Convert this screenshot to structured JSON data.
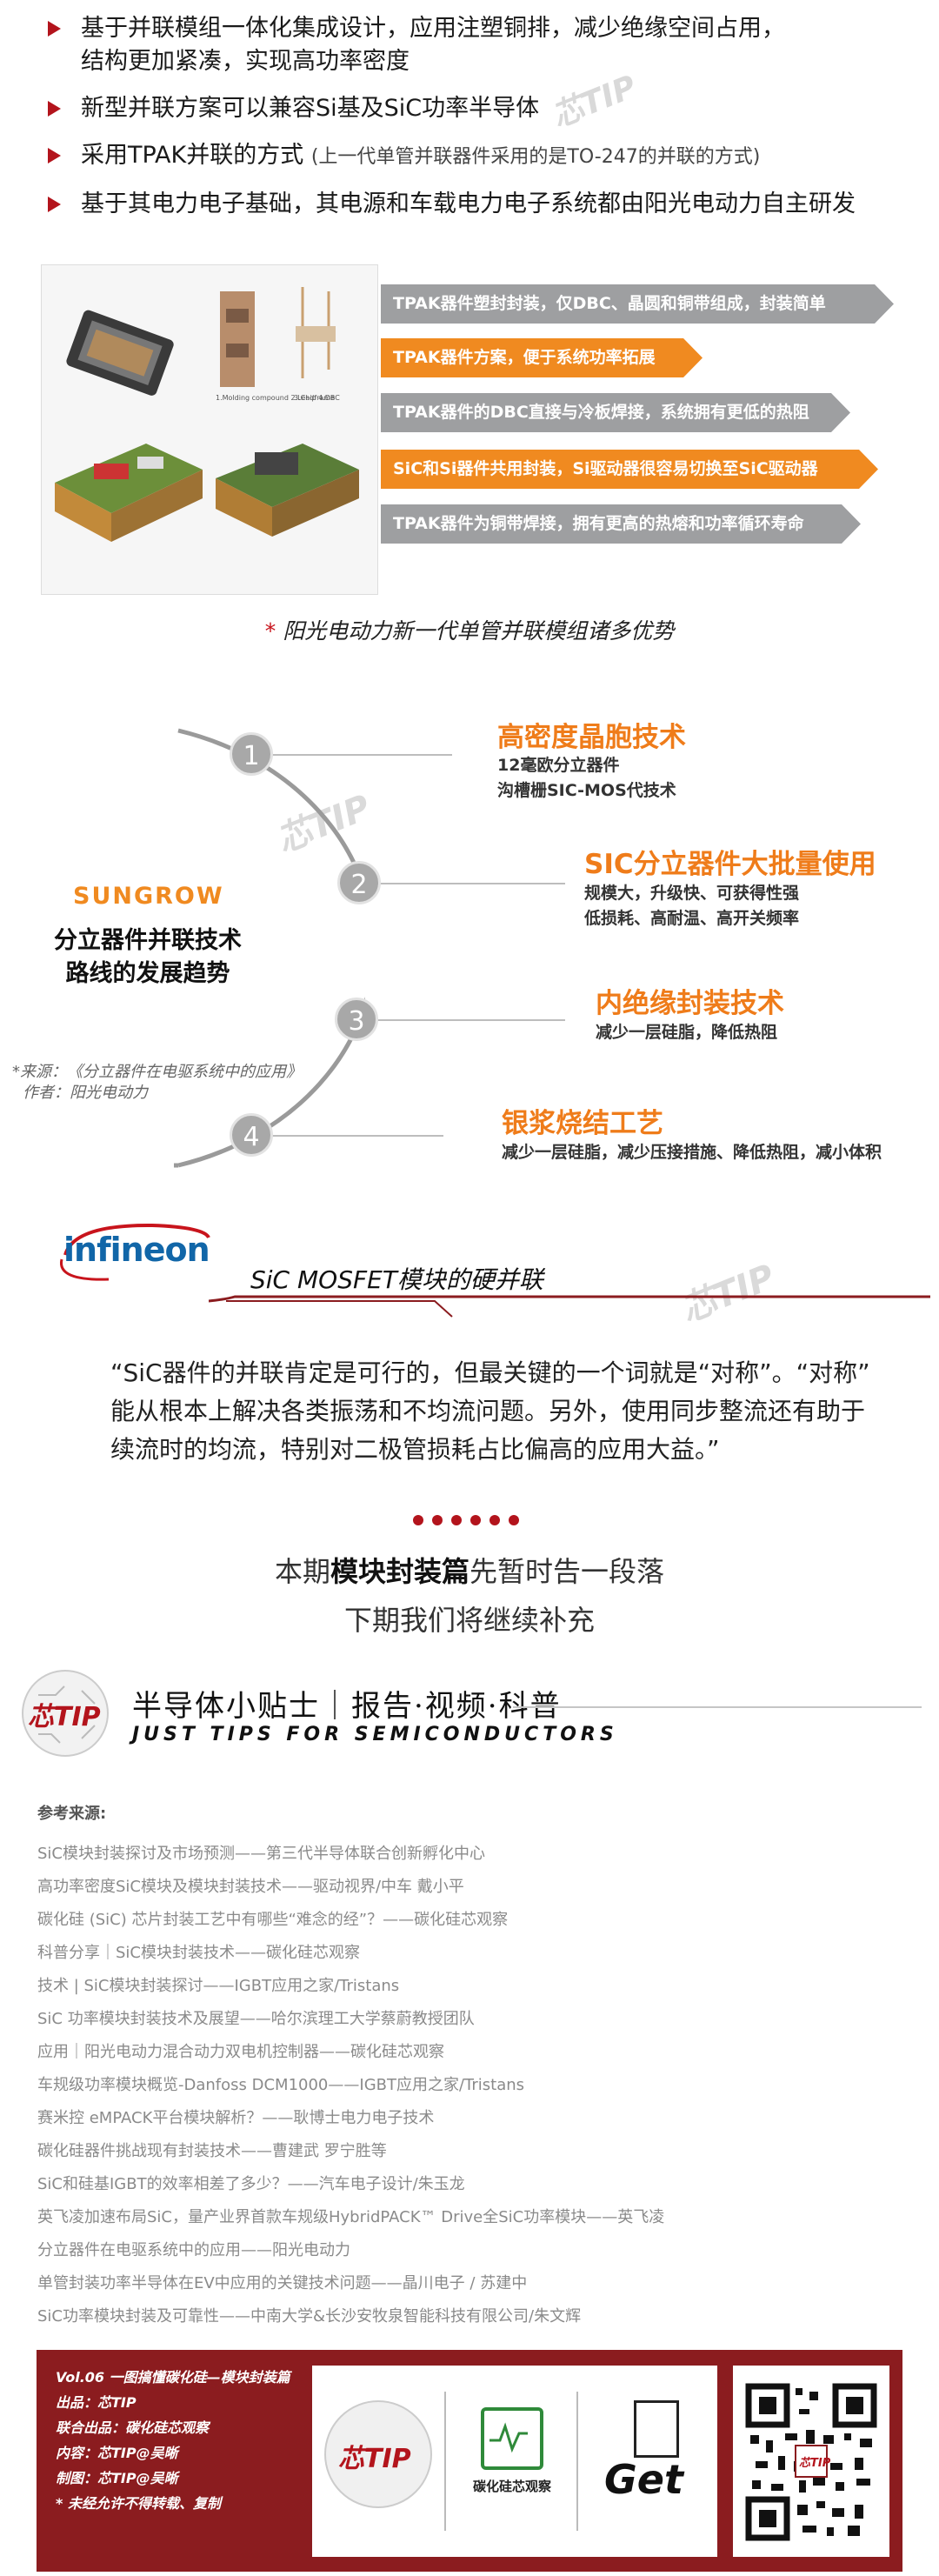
{
  "bullets": [
    {
      "text": "基于并联模组一体化集成设计，应用注塑铜排，减少绝缘空间占用，",
      "cont": "结构更加紧凑，实现高功率密度"
    },
    {
      "text": "新型并联方案可以兼容Si基及SiC功率半导体"
    },
    {
      "text": "采用TPAK并联的方式",
      "note": "(上一代单管并联器件采用的是TO-247的并联的方式)"
    },
    {
      "text": "基于其电力电子基础，其电源和车载电力电子系统都由阳光电动力自主研发"
    }
  ],
  "module_figure": {
    "labels": [
      "1.Molding compound 2.Leadframe",
      "3.Chip 4.DBC"
    ],
    "arrows": [
      {
        "text": "TPAK器件塑封封装，仅DBC、晶圆和铜带组成，封装简单",
        "color": "grey"
      },
      {
        "text": "TPAK器件方案，便于系统功率拓展",
        "color": "orange"
      },
      {
        "text": "TPAK器件的DBC直接与冷板焊接，系统拥有更低的热阻",
        "color": "grey"
      },
      {
        "text": "SiC和Si器件共用封装，Si驱动器很容易切换至SiC驱动器",
        "color": "orange"
      },
      {
        "text": "TPAK器件为铜带焊接，拥有更高的热熔和功率循环寿命",
        "color": "grey"
      }
    ],
    "caption_star": "*",
    "caption": "阳光电动力新一代单管并联模组诸多优势"
  },
  "roadmap": {
    "brand": "SUNGROW",
    "title_line1": "分立器件并联技术",
    "title_line2": "路线的发展趋势",
    "source_line1": "*来源：《分立器件在电驱系统中的应用》",
    "source_line2": "作者：阳光电动力",
    "items": [
      {
        "num": "1",
        "title": "高密度晶胞技术",
        "desc1": "12毫欧分立器件",
        "desc2": "沟槽栅SIC-MOS代技术"
      },
      {
        "num": "2",
        "title": "SIC分立器件大批量使用",
        "desc1": "规模大，升级快、可获得性强",
        "desc2": "低损耗、高耐温、高开关频率"
      },
      {
        "num": "3",
        "title": "内绝缘封装技术",
        "desc1": "减少一层硅脂，降低热阻",
        "desc2": ""
      },
      {
        "num": "4",
        "title": "银浆烧结工艺",
        "desc1": "减少一层硅脂，减少压接措施、降低热阻，减小体积",
        "desc2": ""
      }
    ]
  },
  "infineon": {
    "logo_text": "infineon",
    "subtitle": "SiC MOSFET模块的硬并联",
    "quote_line1": "“SiC器件的并联肯定是可行的，但最关键的一个词就是“对称”。“对称”",
    "quote_line2": "能从根本上解决各类振荡和不均流问题。另外，使用同步整流还有助于",
    "quote_line3": "续流时的均流，特别对二极管损耗占比偏高的应用大益。”"
  },
  "ending": {
    "line1_pre": "本期",
    "line1_bold": "模块封装篇",
    "line1_post": "先暂时告一段落",
    "line2": "下期我们将继续补充"
  },
  "tips_bar": {
    "logo_text": "芯TIP",
    "main": "半导体小贴士｜报告·视频·科普",
    "en": "JUST TIPS FOR SEMICONDUCTORS"
  },
  "watermark": "芯TIP",
  "references": {
    "heading": "参考来源:",
    "items": [
      "SiC模块封装探讨及市场预测——第三代半导体联合创新孵化中心",
      "高功率密度SiC模块及模块封装技术——驱动视界/中车 戴小平",
      "碳化硅 (SiC) 芯片封装工艺中有哪些“难念的经”？——碳化硅芯观察",
      "科普分享｜SiC模块封装技术——碳化硅芯观察",
      "技术 | SiC模块封装探讨——IGBT应用之家/Tristans",
      "SiC 功率模块封装技术及展望——哈尔滨理工大学蔡蔚教授团队",
      "应用｜阳光电动力混合动力双电机控制器——碳化硅芯观察",
      "车规级功率模块概览-Danfoss DCM1000——IGBT应用之家/Tristans",
      "赛米控 eMPACK平台模块解析？——耿博士电力电子技术",
      "碳化硅器件挑战现有封装技术——曹建武 罗宁胜等",
      "SiC和硅基IGBT的效率相差了多少？——汽车电子设计/朱玉龙",
      "英飞凌加速布局SiC，量产业界首款车规级HybridPACK™ Drive全SiC功率模块——英飞凌",
      "分立器件在电驱系统中的应用——阳光电动力",
      "单管封装功率半导体在EV中应用的关键技术问题——晶川电子 / 苏建中",
      "SiC功率模块封装及可靠性——中南大学&长沙安牧泉智能科技有限公司/朱文辉"
    ]
  },
  "footer": {
    "vol": "Vol.06 一图搞懂碳化硅—模块封装篇",
    "producer": "出品：芯TIP",
    "co_producer": "联合出品：碳化硅芯观察",
    "content": "内容：芯TIP@吴晰",
    "design": "制图：芯TIP@吴晰",
    "notice": "* 未经允许不得转载、复制",
    "logo1": "芯TIP",
    "logo2": "碳化硅芯观察",
    "logo3": "Get"
  },
  "colors": {
    "accent_red": "#b3141c",
    "orange": "#f08a20",
    "arrow_grey": "#9e9fa1",
    "footer_red": "#8b1c1f",
    "infineon_blue": "#1166a8"
  }
}
